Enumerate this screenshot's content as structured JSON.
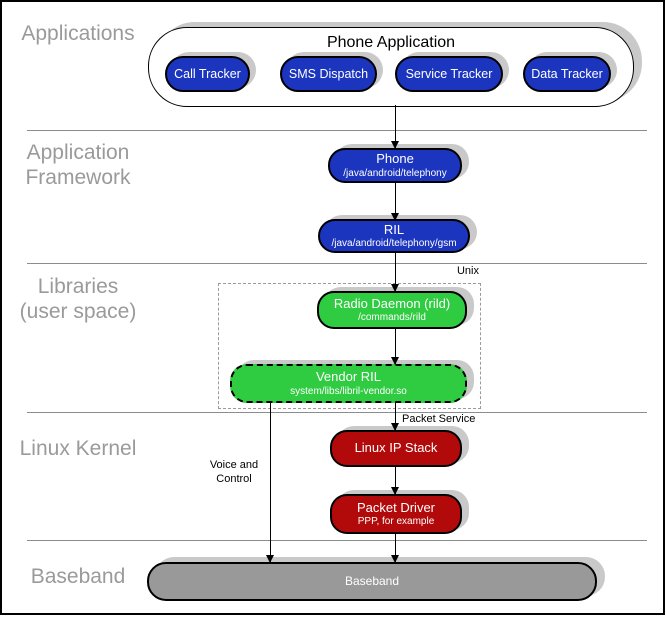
{
  "layer_labels": {
    "applications": "Applications",
    "application_framework": "Application\nFramework",
    "libraries": "Libraries\n(user space)",
    "linux_kernel": "Linux Kernel",
    "baseband": "Baseband"
  },
  "applications_group": {
    "title": "Phone Application",
    "apps": [
      {
        "label": "Call Tracker"
      },
      {
        "label": "SMS Dispatch"
      },
      {
        "label": "Service Tracker"
      },
      {
        "label": "Data Tracker"
      }
    ]
  },
  "framework": {
    "phone": {
      "title": "Phone",
      "subtitle": "/java/android/telephony"
    },
    "ril": {
      "title": "RIL",
      "subtitle": "/java/android/telephony/gsm"
    }
  },
  "libraries": {
    "group_label": "Unix",
    "radio_daemon": {
      "title": "Radio Daemon (rild)",
      "subtitle": "/commands/rild"
    },
    "vendor_ril": {
      "title": "Vendor RIL",
      "subtitle": "system/libs/libril-vendor.so"
    }
  },
  "kernel": {
    "ip_stack": {
      "title": "Linux IP Stack"
    },
    "packet_driver": {
      "title": "Packet Driver",
      "subtitle": "PPP, for example"
    }
  },
  "baseband_node": {
    "title": "Baseband"
  },
  "edge_labels": {
    "packet_service": "Packet Service",
    "voice_control": "Voice and\nControl"
  },
  "colors": {
    "app_blue": "#1C35BE",
    "library_green": "#2FCB41",
    "kernel_red": "#B20A0A",
    "baseband_gray": "#999999",
    "label_gray": "#9A9A9A",
    "shadow_gray": "#C9C9C9"
  }
}
